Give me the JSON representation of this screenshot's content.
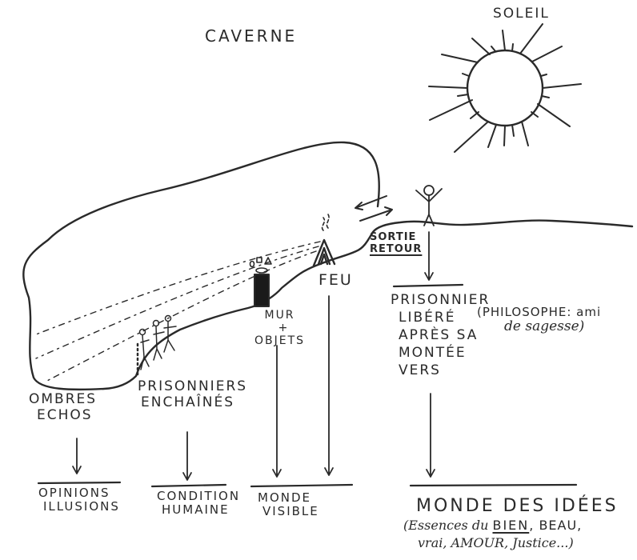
{
  "title": "CAVERNE",
  "sun": {
    "label": "SOLEIL"
  },
  "cave": {
    "fire_label": "FEU",
    "wall_label_lines": [
      "MUR",
      "+",
      "OBJETS"
    ],
    "exit_label_lines": [
      "SORTIE",
      "RETOUR"
    ],
    "shadows_label_lines": [
      "OMBRES",
      "ECHOS"
    ],
    "prisoners_label_lines": [
      "PRISONNIERS",
      "ENCHAÎNÉS"
    ]
  },
  "freed_prisoner": {
    "label_lines": [
      "PRISONNIER",
      "LIBÉRÉ",
      "APRÈS SA",
      "MONTÉE",
      "VERS"
    ],
    "annotation_lines": [
      "(PHILOSOPHE: ami",
      "de sagesse)"
    ]
  },
  "outcomes": [
    {
      "id": "opinions",
      "lines": [
        "OPINIONS",
        "ILLUSIONS"
      ]
    },
    {
      "id": "condition",
      "lines": [
        "CONDITION",
        "HUMAINE"
      ]
    },
    {
      "id": "visible",
      "lines": [
        "MONDE",
        "VISIBLE"
      ]
    }
  ],
  "ideas": {
    "title": "MONDE DES IDÉES",
    "line1_prefix": "(Essences du ",
    "line1_emph": "BIEN",
    "line1_suffix": ", BEAU,",
    "line2": "vrai, AMOUR, Justice...)"
  },
  "colors": {
    "ink": "#2a2a2a",
    "paper": "#ffffff"
  }
}
